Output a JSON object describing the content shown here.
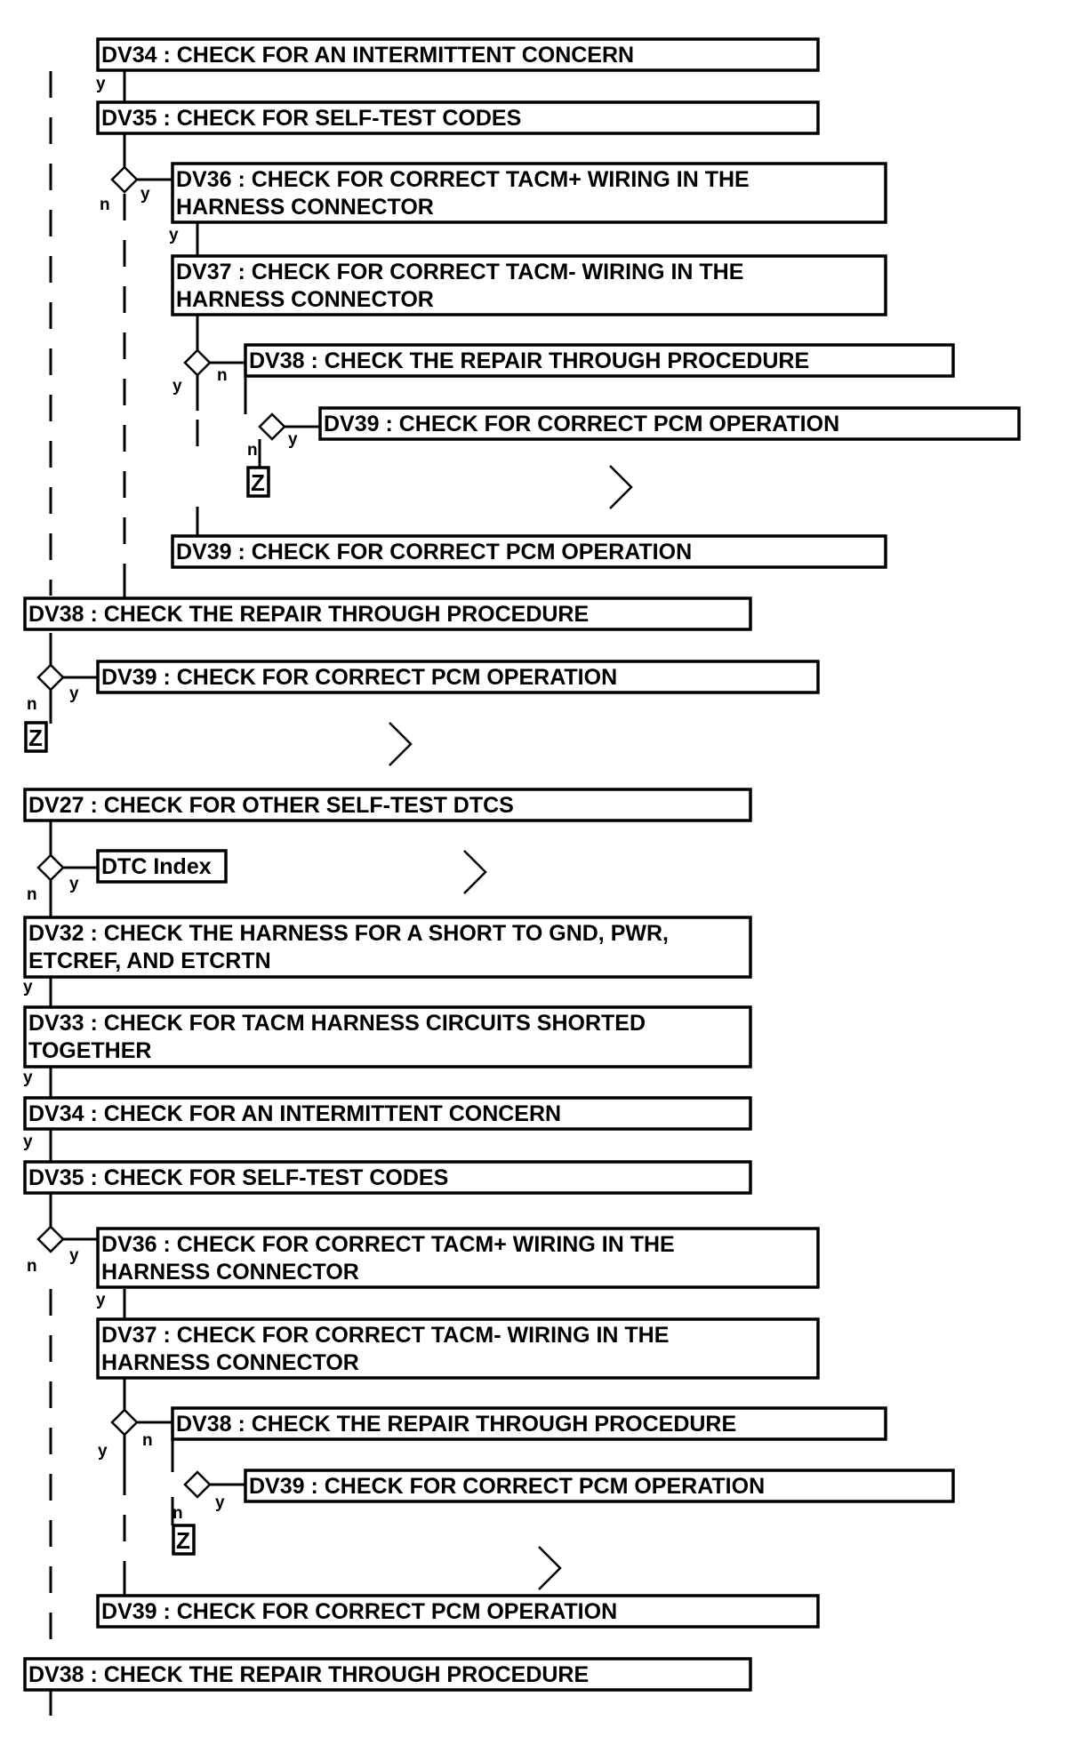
{
  "steps": {
    "s01": "DV34 : CHECK FOR AN INTERMITTENT CONCERN",
    "s02": "DV35 : CHECK FOR SELF-TEST CODES",
    "s03a": "DV36 : CHECK FOR CORRECT TACM+ WIRING IN THE",
    "s03b": "HARNESS CONNECTOR",
    "s04a": "DV37 : CHECK FOR CORRECT TACM- WIRING IN THE",
    "s04b": "HARNESS CONNECTOR",
    "s05": "DV38 : CHECK THE REPAIR THROUGH PROCEDURE",
    "s06": "DV39 : CHECK FOR CORRECT PCM OPERATION",
    "s07": "DV39 : CHECK FOR CORRECT PCM OPERATION",
    "s08": "DV38 : CHECK THE REPAIR THROUGH PROCEDURE",
    "s09": "DV39 : CHECK FOR CORRECT PCM OPERATION",
    "s10": "DV27 : CHECK FOR OTHER SELF-TEST DTCS",
    "s11": "DTC Index",
    "s12a": "DV32 : CHECK THE  HARNESS FOR A SHORT TO GND, PWR,",
    "s12b": "ETCREF, AND ETCRTN",
    "s13a": "DV33 : CHECK FOR TACM HARNESS CIRCUITS SHORTED",
    "s13b": "TOGETHER",
    "s14": "DV34 : CHECK FOR AN INTERMITTENT CONCERN",
    "s15": "DV35 : CHECK FOR SELF-TEST CODES",
    "s16a": "DV36 : CHECK FOR CORRECT TACM+ WIRING IN THE",
    "s16b": "HARNESS CONNECTOR",
    "s17a": "DV37 : CHECK FOR CORRECT TACM- WIRING IN THE",
    "s17b": "HARNESS CONNECTOR",
    "s18": "DV38 : CHECK THE REPAIR THROUGH PROCEDURE",
    "s19": "DV39 : CHECK FOR CORRECT PCM OPERATION",
    "s20": "DV39 : CHECK FOR CORRECT PCM OPERATION",
    "s21": "DV38 : CHECK THE REPAIR THROUGH PROCEDURE"
  },
  "branch_labels": {
    "yes": "y",
    "no": "n"
  },
  "terminator": "Z",
  "colors": {
    "line": "#000000",
    "background": "#ffffff"
  }
}
